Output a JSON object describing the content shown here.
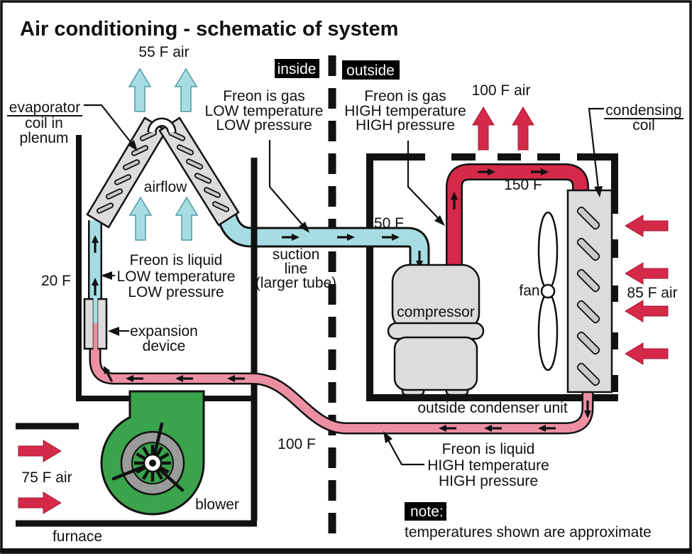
{
  "title": "Air conditioning - schematic of system",
  "zone_labels": {
    "inside": "inside",
    "outside": "outside"
  },
  "air_labels": {
    "supply_air": "55 F air",
    "condenser_exhaust": "100 F air",
    "condenser_intake": "85 F air",
    "return_air": "75 F air",
    "airflow": "airflow"
  },
  "component_labels": {
    "evaporator_line1": "evaporator",
    "evaporator_line2": "coil in",
    "evaporator_line3": "plenum",
    "condensing_line1": "condensing",
    "condensing_line2": "coil",
    "expansion_line1": "expansion",
    "expansion_line2": "device",
    "suction_line1": "suction",
    "suction_line2": "line",
    "suction_line3": "(larger tube)",
    "compressor": "compressor",
    "fan": "fan",
    "blower": "blower",
    "furnace": "furnace",
    "outside_condenser_unit": "outside condenser unit"
  },
  "state_labels": {
    "gas_low_1": "Freon is gas",
    "gas_low_2": "LOW temperature",
    "gas_low_3": "LOW pressure",
    "gas_high_1": "Freon is gas",
    "gas_high_2": "HIGH temperature",
    "gas_high_3": "HIGH pressure",
    "liquid_low_1": "Freon is liquid",
    "liquid_low_2": "LOW temperature",
    "liquid_low_3": "LOW pressure",
    "liquid_high_1": "Freon is liquid",
    "liquid_high_2": "HIGH temperature",
    "liquid_high_3": "HIGH pressure"
  },
  "temperatures": {
    "evaporator_pipe": "20 F",
    "suction": "50 F",
    "discharge": "150 F",
    "liquid_line": "100 F"
  },
  "note": {
    "tag": "note:",
    "text": "temperatures shown are approximate"
  },
  "colors": {
    "pipe_cold": "#a7dde2",
    "pipe_hot": "#d5294a",
    "pipe_warm_liquid": "#ec8fa2",
    "blower_green": "#3aa34c",
    "metal_gray": "#dcdcdc",
    "label_bg": "#000000",
    "label_fg": "#ffffff"
  }
}
